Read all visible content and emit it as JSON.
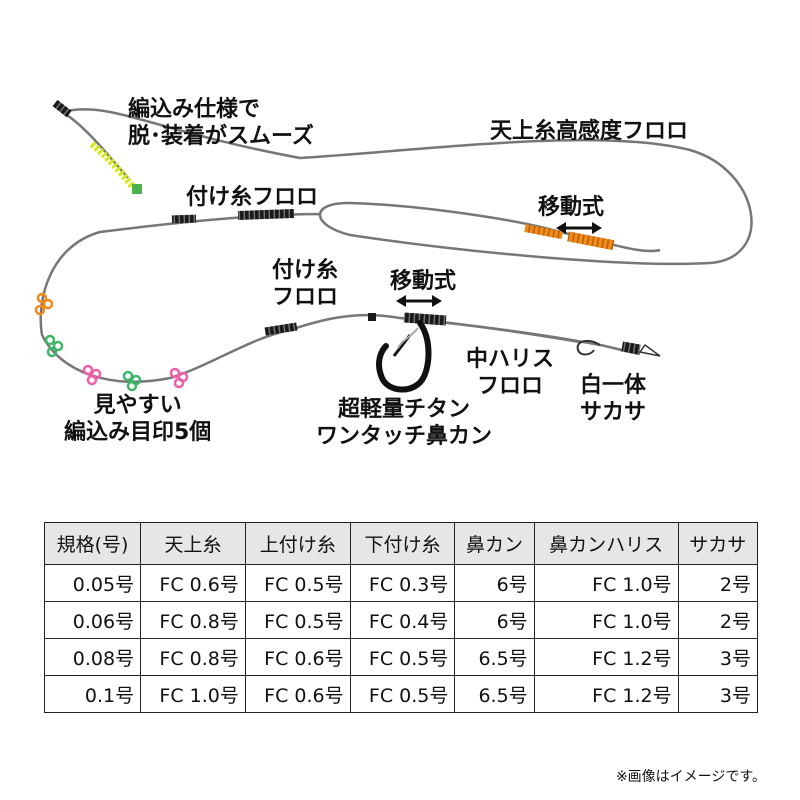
{
  "labels": {
    "braided_line": [
      "編込み仕様で",
      "脱･装着がスムーズ"
    ],
    "top_line": "天上糸高感度フロロ",
    "sliding_1": "移動式",
    "upper_tsuke": "付け糸フロロ",
    "lower_tsuke": [
      "付け糸",
      "フロロ"
    ],
    "sliding_2": "移動式",
    "marks": [
      "見やすい",
      "編込み目印5個"
    ],
    "nose_ring": [
      "超軽量チタン",
      "ワンタッチ鼻カン"
    ],
    "nose_leader": [
      "中ハリス",
      "フロロ"
    ],
    "sakasa": [
      "白一体",
      "サカサ"
    ]
  },
  "table": {
    "headers": [
      "規格(号)",
      "天上糸",
      "上付け糸",
      "下付け糸",
      "鼻カン",
      "鼻カンハリス",
      "サカサ"
    ],
    "rows": [
      [
        "0.05号",
        "FC 0.6号",
        "FC 0.5号",
        "FC 0.3号",
        "6号",
        "FC 1.0号",
        "2号"
      ],
      [
        "0.06号",
        "FC 0.8号",
        "FC 0.5号",
        "FC 0.4号",
        "6号",
        "FC 1.0号",
        "2号"
      ],
      [
        "0.08号",
        "FC 0.8号",
        "FC 0.6号",
        "FC 0.5号",
        "6.5号",
        "FC 1.2号",
        "3号"
      ],
      [
        "0.1号",
        "FC 1.0号",
        "FC 0.6号",
        "FC 0.5号",
        "6.5号",
        "FC 1.2号",
        "3号"
      ]
    ]
  },
  "footnote": "※画像はイメージです。",
  "colors": {
    "line": "#777777",
    "sleeve": "#1a1a1a",
    "braid_yellow": "#d6e81a",
    "connector_green": "#4caf50",
    "slider_orange": "#f08a1a",
    "mark_orange": "#f08a1a",
    "mark_green": "#3fb56a",
    "mark_pink": "#ee5fa8",
    "arrow": "#111111"
  },
  "icons": {
    "nose_ring": "titanium-nose-ring-icon",
    "sakasa_hook": "sakasa-hook-icon",
    "mark": "knot-marker-icon"
  }
}
